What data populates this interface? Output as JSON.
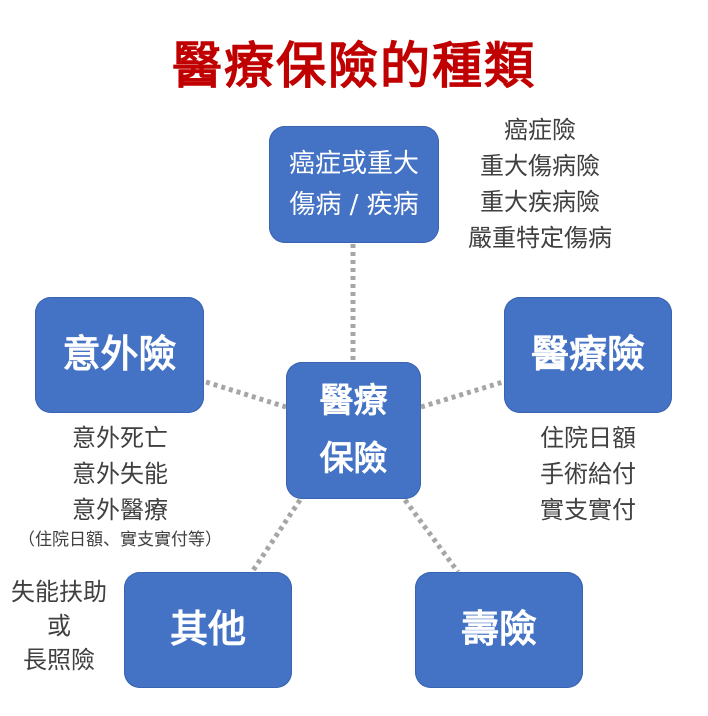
{
  "title": "醫療保險的種類",
  "center": {
    "lines": [
      "醫療",
      "保險"
    ]
  },
  "nodes": {
    "cancer": {
      "lines": [
        "癌症或重大",
        "傷病 / 疾病"
      ],
      "items": [
        "癌症險",
        "重大傷病險",
        "重大疾病險",
        "嚴重特定傷病"
      ]
    },
    "accident": {
      "label": "意外險",
      "items": [
        "意外死亡",
        "意外失能",
        "意外醫療"
      ],
      "note": "（住院日額、實支實付等）"
    },
    "medical": {
      "label": "醫療險",
      "items": [
        "住院日額",
        "手術給付",
        "實支實付"
      ]
    },
    "other": {
      "label": "其他",
      "items": [
        "失能扶助",
        "或",
        "長照險"
      ]
    },
    "life": {
      "label": "壽險"
    }
  },
  "colors": {
    "node": "#4472c4",
    "title": "#c00000",
    "connector": "#a6a6a6",
    "text": "#404040"
  }
}
